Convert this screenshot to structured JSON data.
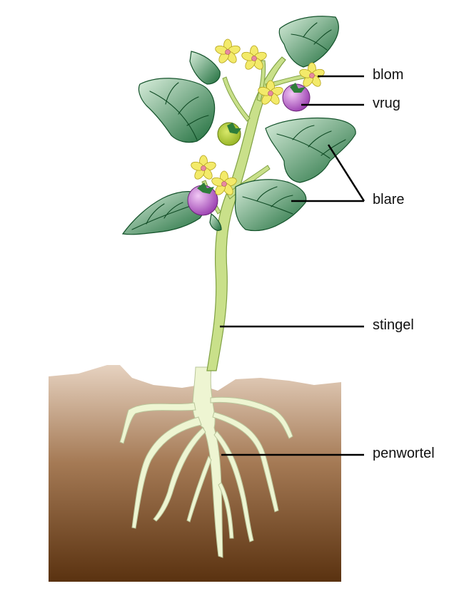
{
  "labels": {
    "flower": "blom",
    "fruit": "vrug",
    "leaves": "blare",
    "stem": "stingel",
    "taproot": "penwortel"
  },
  "colors": {
    "soil_top": "#e6d2c0",
    "soil_mid": "#a57a55",
    "soil_bottom": "#5a3210",
    "root": "#eef5d2",
    "stem": "#c9e08a",
    "leaf_light": "#d9eedc",
    "leaf_dark": "#1f6e3c",
    "flower": "#f3ea6a",
    "fruit_purple": "#9b3fb0",
    "fruit_green": "#8fae1e",
    "leader_line": "#000000"
  }
}
